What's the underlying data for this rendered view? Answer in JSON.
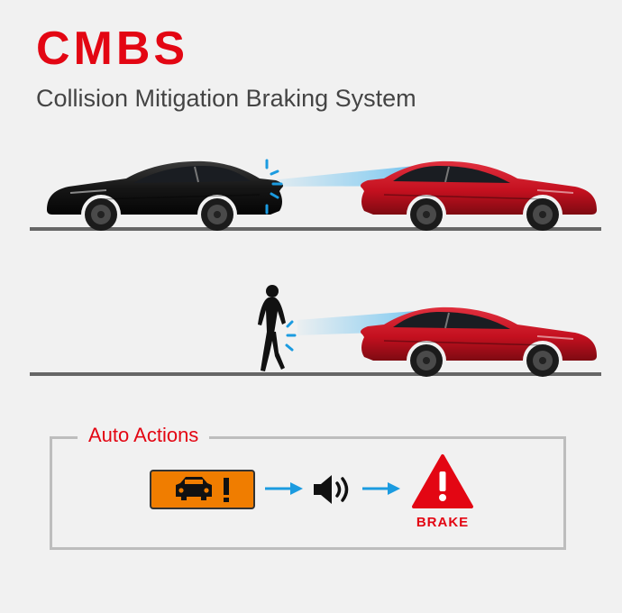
{
  "header": {
    "title": "CMBS",
    "subtitle": "Collision Mitigation Braking System"
  },
  "auto_actions": {
    "label": "Auto Actions",
    "brake_label": "BRAKE"
  },
  "icons": {
    "front_car": "car-silhouette-icon",
    "warning": "front-car-warning-icon",
    "sound": "speaker-sound-icon",
    "brake": "brake-warning-triangle-icon",
    "pedestrian": "pedestrian-woman-icon"
  },
  "colors": {
    "brand_red": "#e30613",
    "warning_orange": "#f07d00",
    "arrow_blue": "#1b9be0",
    "sensor_beam": "#6cc3f1"
  }
}
